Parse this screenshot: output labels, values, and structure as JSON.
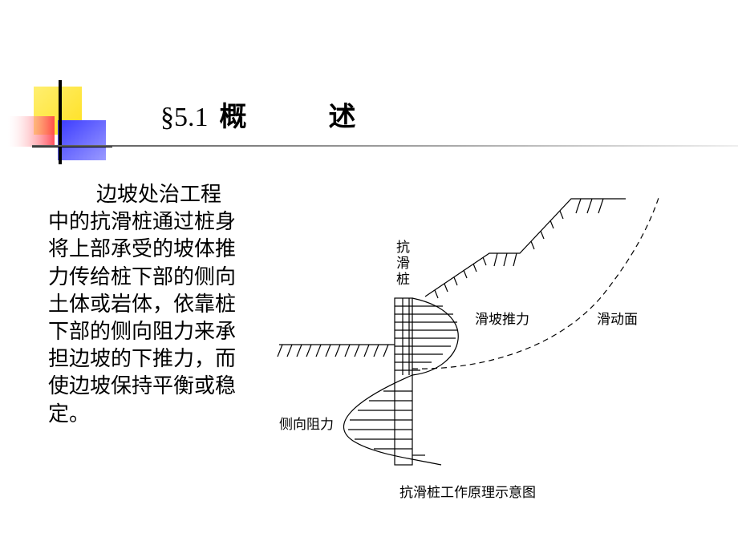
{
  "slide": {
    "section_mark": "§5.1",
    "title": "概　述",
    "body": "边坡处治工程中的抗滑桩通过桩身将上部承受的坡体推力传给桩下部的侧向土体或岩体，依靠桩下部的侧向阻力来承担边坡的下推力，而使边坡保持平衡或稳定。"
  },
  "diagram": {
    "pile_label_1": "抗",
    "pile_label_2": "滑",
    "pile_label_3": "桩",
    "thrust_label": "滑坡推力",
    "slip_surface_label": "滑动面",
    "lateral_resistance_label": "侧向阻力",
    "caption": "抗滑桩工作原理示意图"
  },
  "colors": {
    "yellow": "#ffe84a",
    "red": "#ff3b4a",
    "blue": "#4a4aff",
    "rule": "#999999"
  }
}
